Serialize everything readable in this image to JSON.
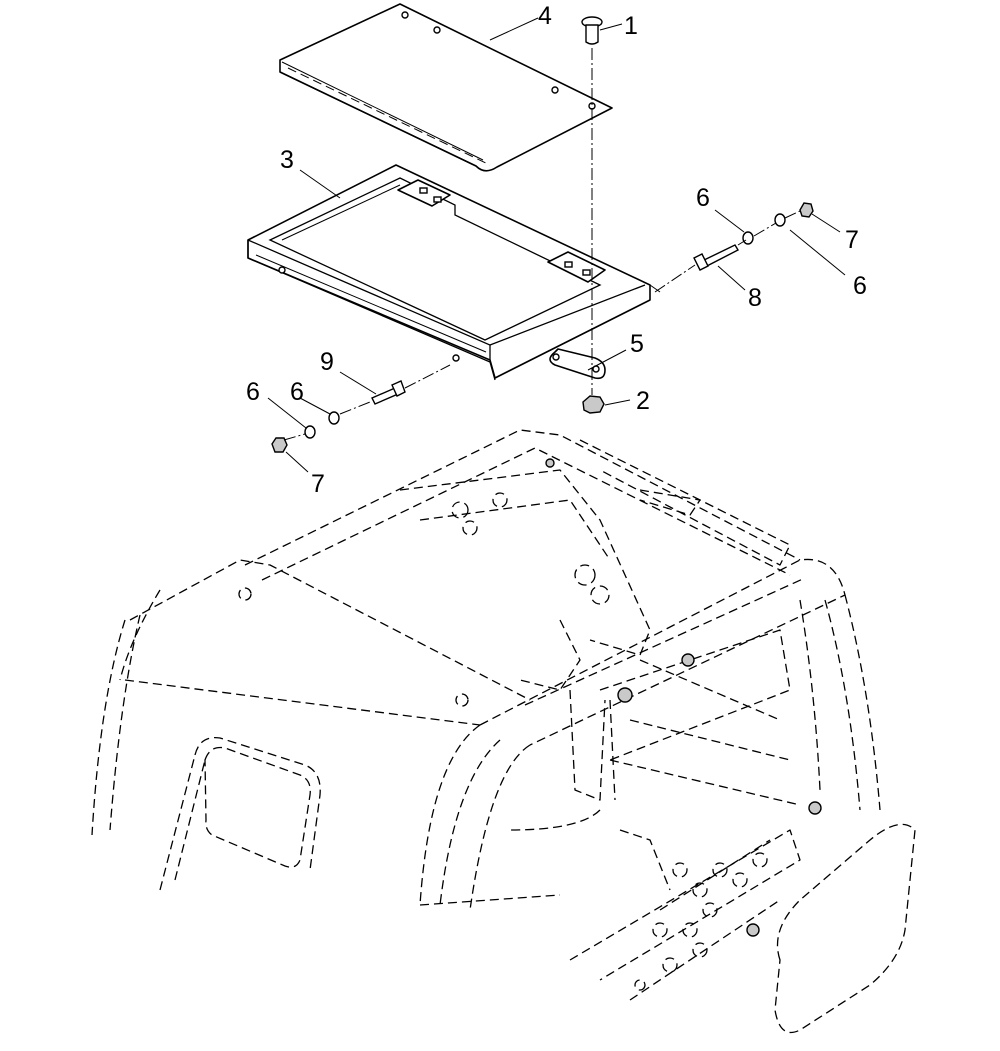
{
  "callouts": {
    "c1": "1",
    "c2": "2",
    "c3": "3",
    "c4": "4",
    "c5": "5",
    "c6a": "6",
    "c6b": "6",
    "c6c": "6",
    "c6d": "6",
    "c7a": "7",
    "c7b": "7",
    "c8": "8",
    "c9": "9"
  }
}
